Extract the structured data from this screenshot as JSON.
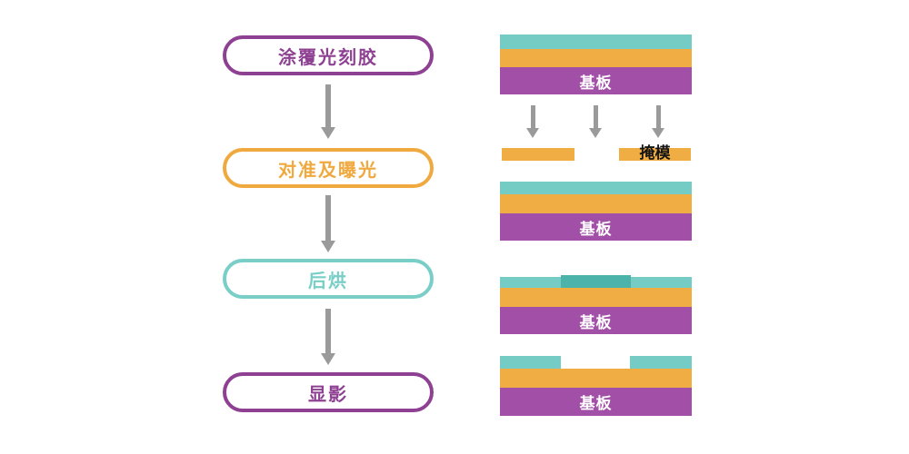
{
  "figure": {
    "description_labels": {
      "substrate_label": "基板",
      "mask_label": "掩模"
    },
    "flowchart": {
      "steps": [
        {
          "label": "涂覆光刻胶",
          "color": "#8E4192"
        },
        {
          "label": "对准及曝光",
          "color": "#F0A93F"
        },
        {
          "label": "后烘",
          "color": "#79CFC7"
        },
        {
          "label": "显影",
          "color": "#8E4192"
        }
      ],
      "arrow_color": "#9A9A9A"
    },
    "cross_sections": {
      "layer_colors": {
        "photoresist": "#74CCC4",
        "exposed_photoresist": "#4BB3A9",
        "coating": "#F0AD43",
        "substrate": "#A24FA8"
      },
      "mask_color": "#F0AD43",
      "exposure_arrow_color": "#9A9A9A",
      "stages": [
        {
          "name": "coated-substrate",
          "layers": [
            "photoresist",
            "coating",
            "substrate"
          ]
        },
        {
          "name": "mask-with-exposure-arrows",
          "mask_segments": 2,
          "arrows": 3
        },
        {
          "name": "after-exposure",
          "layers": [
            "photoresist",
            "coating",
            "substrate"
          ]
        },
        {
          "name": "after-post-bake",
          "layers": [
            "photoresist + exposed center",
            "coating",
            "substrate"
          ]
        },
        {
          "name": "after-develop",
          "layers": [
            "photoresist with center removed",
            "coating",
            "substrate"
          ]
        }
      ]
    }
  }
}
